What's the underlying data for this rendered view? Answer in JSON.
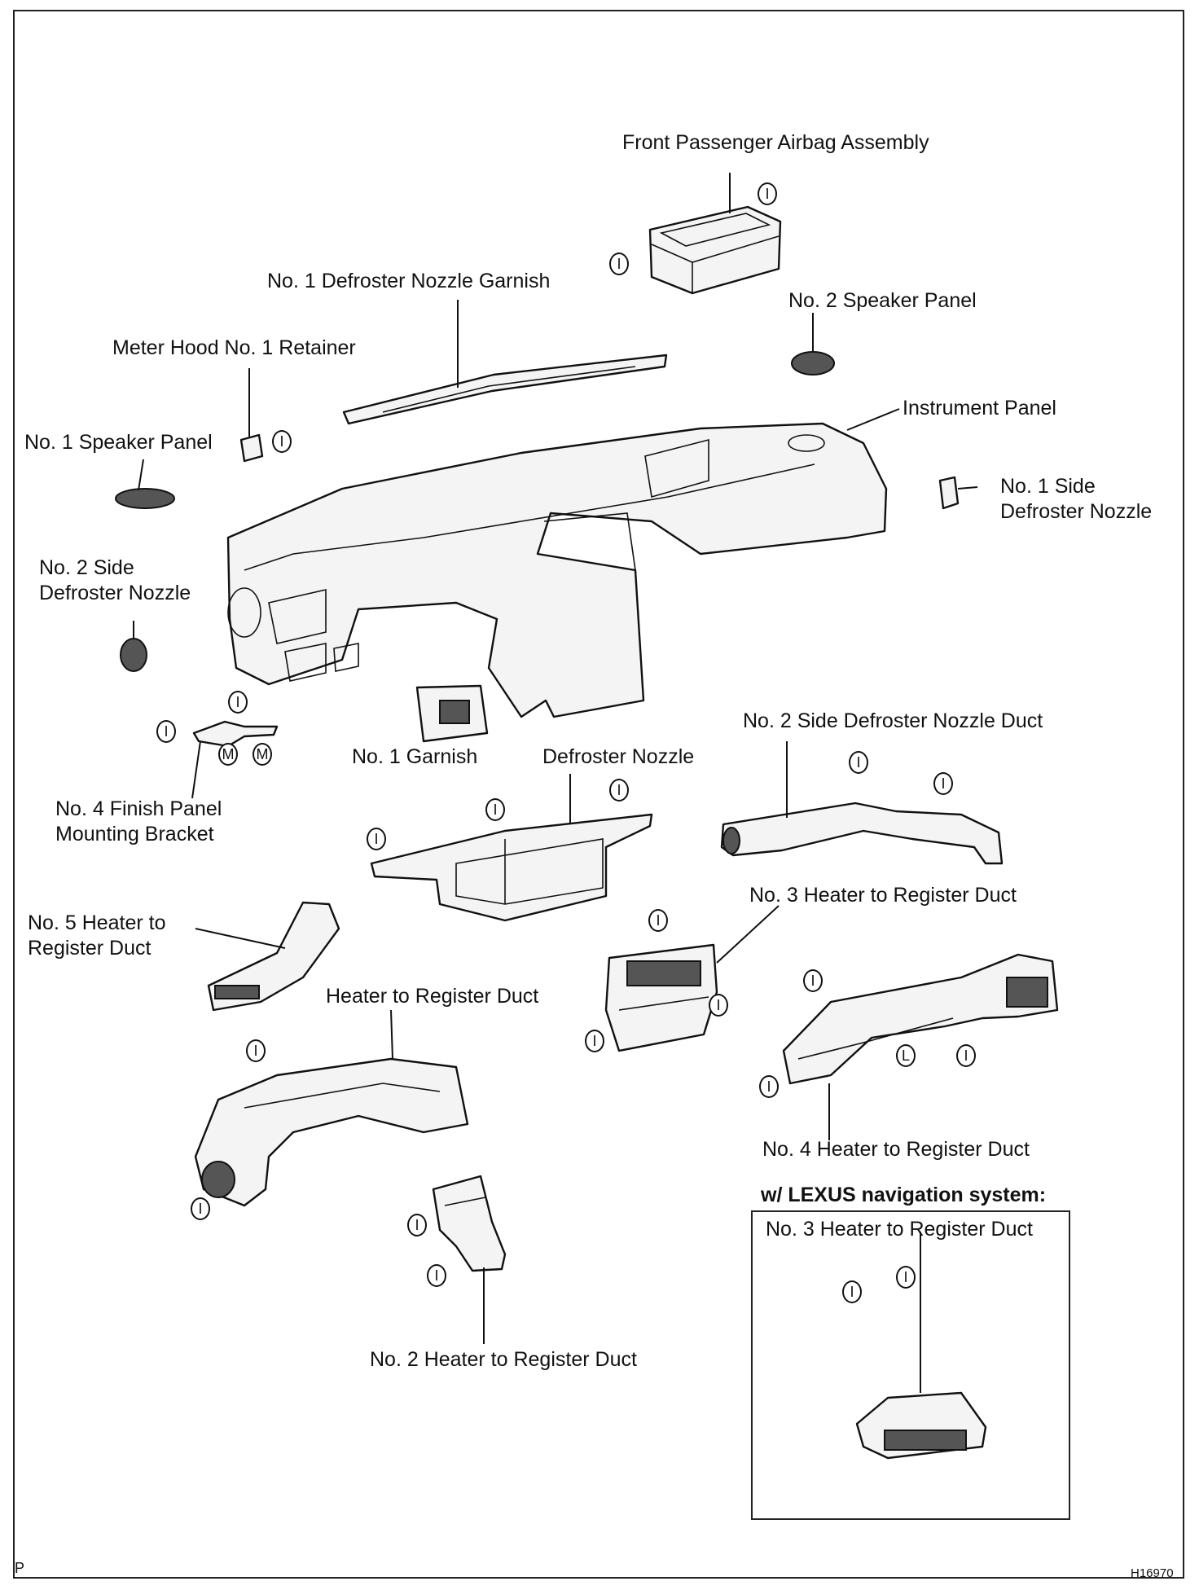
{
  "labels": {
    "front_passenger_airbag": "Front Passenger Airbag Assembly",
    "defroster_nozzle_garnish": "No. 1 Defroster Nozzle Garnish",
    "no2_speaker_panel": "No. 2 Speaker Panel",
    "meter_hood_retainer": "Meter Hood No. 1 Retainer",
    "instrument_panel": "Instrument Panel",
    "no1_speaker_panel": "No. 1 Speaker Panel",
    "no1_side_defroster_nozzle": "No. 1 Side\nDefroster Nozzle",
    "no2_side_defroster_nozzle": "No. 2 Side\nDefroster Nozzle",
    "no1_garnish": "No. 1 Garnish",
    "defroster_nozzle": "Defroster Nozzle",
    "no2_side_defroster_nozzle_duct": "No. 2 Side Defroster Nozzle Duct",
    "no4_finish_panel_bracket": "No. 4 Finish Panel\nMounting Bracket",
    "no3_heater_register_duct": "No. 3 Heater to Register Duct",
    "no5_heater_register_duct": "No. 5 Heater to\nRegister Duct",
    "heater_register_duct": "Heater to Register Duct",
    "no4_heater_register_duct": "No. 4 Heater to Register Duct",
    "no2_heater_register_duct": "No. 2 Heater to Register Duct",
    "nav_title": "w/ LEXUS navigation system:",
    "nav_inset_label": "No. 3 Heater to Register Duct"
  },
  "markers": {
    "clip": "I",
    "metal": "M",
    "lock": "L"
  },
  "corner_codes": {
    "left": "P",
    "right": "H16970"
  }
}
